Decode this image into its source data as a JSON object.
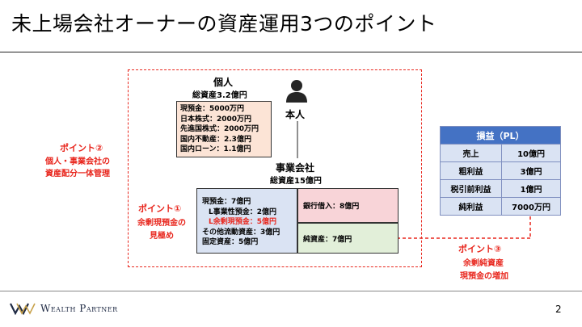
{
  "title": "未上場会社オーナーの資産運用3つのポイント",
  "individual": {
    "heading": "個人",
    "total": "総資産3.2億円",
    "assets": [
      "現預金：5000万円",
      "日本株式：2000万円",
      "先進国株式：2000万円",
      "国内不動産：2.3億円",
      "国内ローン：1.1億円"
    ]
  },
  "person_label": "本人",
  "company": {
    "heading": "事業会社",
    "total": "総資産15億円",
    "bs_assets": [
      "現預金：7億円",
      "L事業性預金：2億円",
      "L余剰現預金：5億円",
      "その他流動資産：3億円",
      "固定資産：5億円"
    ],
    "debt": "銀行借入：8億円",
    "equity": "純資産：7億円"
  },
  "points": {
    "p2": [
      "ポイント②",
      "個人・事業会社の",
      "資産配分一体管理"
    ],
    "p1": [
      "ポイント①",
      "余剰現預金の",
      "見極め"
    ],
    "p3": [
      "ポイント③",
      "余剰純資産",
      "現預金の増加"
    ]
  },
  "pl": {
    "header": "損益（PL）",
    "rows": [
      {
        "label": "売上",
        "value": "10億円"
      },
      {
        "label": "粗利益",
        "value": "3億円"
      },
      {
        "label": "税引前利益",
        "value": "1億円"
      },
      {
        "label": "純利益",
        "value": "7000万円"
      }
    ]
  },
  "footer": {
    "brand": "Wealth Partner",
    "page": "2"
  },
  "colors": {
    "red": "#e8261d",
    "blue": "#4472c4"
  }
}
